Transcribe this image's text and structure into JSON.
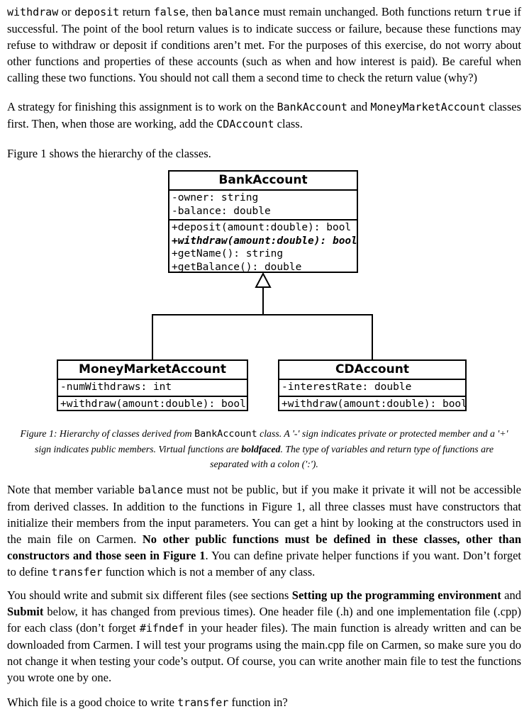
{
  "page": {
    "background": "#ffffff",
    "text_color": "#000000",
    "line_color": "#000000"
  },
  "document": {
    "paragraphs": [
      {
        "runs": [
          {
            "t": "withdraw",
            "s": "code"
          },
          {
            "t": " or ",
            "s": ""
          },
          {
            "t": "deposit",
            "s": "code"
          },
          {
            "t": " return ",
            "s": ""
          },
          {
            "t": "false",
            "s": "code"
          },
          {
            "t": ", then ",
            "s": ""
          },
          {
            "t": "balance",
            "s": "code"
          },
          {
            "t": " must remain unchanged. Both functions return ",
            "s": ""
          },
          {
            "t": "true",
            "s": "code"
          },
          {
            "t": " if successful. The point of the bool return values is to indicate success or failure, because these functions may refuse to withdraw or deposit if conditions aren’t met. For the purposes of this exercise, do not worry about other functions and properties of these accounts (such as when and how interest is paid). Be careful when calling these two functions. You should not call them a second time to check the return value (why?)",
            "s": ""
          }
        ]
      },
      {
        "runs": [
          {
            "t": "A strategy for finishing this assignment is to work on the ",
            "s": ""
          },
          {
            "t": "BankAccount",
            "s": "code"
          },
          {
            "t": " and ",
            "s": ""
          },
          {
            "t": "MoneyMarketAccount",
            "s": "code"
          },
          {
            "t": " classes first. Then, when those are working, add the ",
            "s": ""
          },
          {
            "t": "CDAccount",
            "s": "code"
          },
          {
            "t": " class.",
            "s": ""
          }
        ]
      },
      {
        "runs": [
          {
            "t": "Figure 1 shows the hierarchy of the classes.",
            "s": ""
          }
        ]
      },
      {
        "runs": [
          {
            "t": "Note that member variable ",
            "s": ""
          },
          {
            "t": "balance",
            "s": "code"
          },
          {
            "t": " must not be public, but if you make it private it will not be accessible from derived classes. In addition to the functions in Figure 1, all three classes must have constructors that initialize their members from the input parameters. You can get a hint by looking at the constructors used in the main file on Carmen. ",
            "s": ""
          },
          {
            "t": "No other public functions must be defined in these classes, other than constructors and those seen in Figure 1",
            "s": "b"
          },
          {
            "t": ". You can define private helper functions if you want. Don’t forget to define ",
            "s": ""
          },
          {
            "t": "transfer",
            "s": "code"
          },
          {
            "t": " function which is not a member of any class.",
            "s": ""
          }
        ]
      },
      {
        "runs": [
          {
            "t": "You should write and submit six different files (see sections ",
            "s": ""
          },
          {
            "t": "Setting up the programming environment",
            "s": "b"
          },
          {
            "t": " and ",
            "s": ""
          },
          {
            "t": "Submit",
            "s": "b"
          },
          {
            "t": " below, it has changed from previous times). One header file (.h) and one implementation file (.cpp) for each class (don’t forget ",
            "s": ""
          },
          {
            "t": "#ifndef",
            "s": "code"
          },
          {
            "t": " in your header files). The main function is already written and can be downloaded from Carmen. I will test your programs using the main.cpp file on Carmen, so make sure you do not change it when testing your code’s output. Of course, you can write another main file to test the functions you wrote one by one.",
            "s": ""
          }
        ]
      },
      {
        "runs": [
          {
            "t": "Which file is a good choice to write ",
            "s": ""
          },
          {
            "t": "transfer",
            "s": "code"
          },
          {
            "t": " function in?",
            "s": ""
          }
        ]
      }
    ],
    "figure": {
      "caption": {
        "runs": [
          {
            "t": "Figure 1: Hierarchy of classes derived from ",
            "s": ""
          },
          {
            "t": "BankAccount",
            "s": "code"
          },
          {
            "t": " class. A '-' sign indicates private or protected member and a '+' sign indicates public members. Virtual functions are ",
            "s": ""
          },
          {
            "t": "boldfaced",
            "s": "b"
          },
          {
            "t": ". The type of variables and return type of functions are separated with a colon (':').",
            "s": ""
          }
        ]
      }
    }
  },
  "diagram": {
    "classes": [
      {
        "name": "BankAccount",
        "attributes": [
          "-owner: string",
          "-balance: double"
        ],
        "methods": [
          [
            {
              "t": "+deposit(amount:double): bool",
              "s": ""
            }
          ],
          [
            {
              "t": "+withdraw(amount:double): bool",
              "s": "bi"
            }
          ],
          [
            {
              "t": "+getName(): string",
              "s": ""
            }
          ],
          [
            {
              "t": "+getBalance(): double",
              "s": ""
            }
          ]
        ]
      },
      {
        "name": "MoneyMarketAccount",
        "attributes": [
          "-numWithdraws: int"
        ],
        "methods": [
          [
            {
              "t": "+withdraw(amount:double): bool",
              "s": ""
            }
          ]
        ]
      },
      {
        "name": "CDAccount",
        "attributes": [
          "-interestRate: double"
        ],
        "methods": [
          [
            {
              "t": "+withdraw(amount:double): bool",
              "s": ""
            }
          ]
        ]
      }
    ]
  }
}
